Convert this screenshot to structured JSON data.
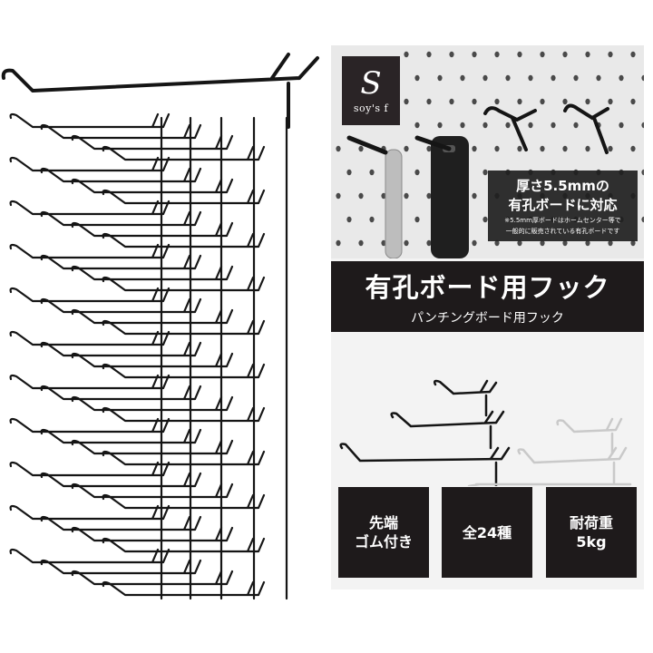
{
  "brand": {
    "mark": "S",
    "name": "soy's f"
  },
  "spec": {
    "line1": "厚さ5.5mmの",
    "line2": "有孔ボードに対応",
    "note1": "※5.5mm厚ボードはホームセンター等で",
    "note2": "一般的に販売されている有孔ボードです"
  },
  "title": {
    "main": "有孔ボード用フック",
    "sub": "パンチングボード用フック"
  },
  "features": [
    {
      "line1": "先端",
      "line2": "ゴム付き"
    },
    {
      "line1": "全24種",
      "line2": ""
    },
    {
      "line1": "耐荷重",
      "line2": "5kg"
    }
  ],
  "colors": {
    "dark": "#1e1a1b",
    "hook": "#151515",
    "panel": "#f3f3f3",
    "silver": "#c9c9c9"
  }
}
